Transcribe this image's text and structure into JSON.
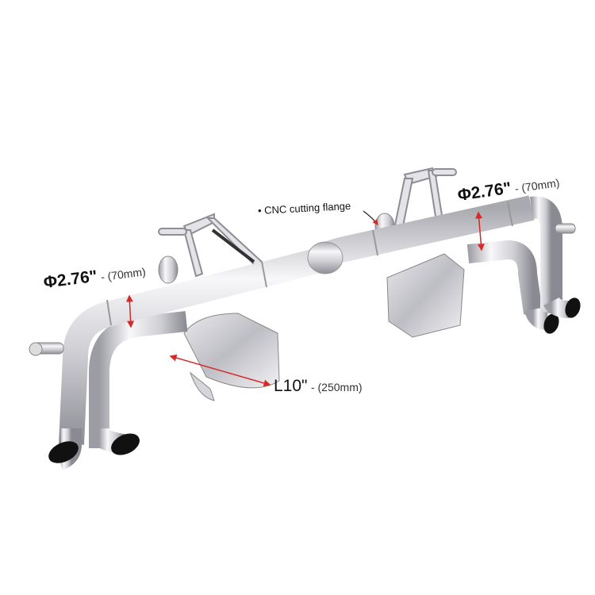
{
  "product": {
    "annotations": {
      "flange": "• CNC cutting flange",
      "left_diameter": {
        "value": "Φ2.76\"",
        "metric": "- (70mm)"
      },
      "right_diameter": {
        "value": "Φ2.76\"",
        "metric": "- (70mm)"
      },
      "length": {
        "value": "L10\"",
        "metric": "- (250mm)"
      }
    },
    "colors": {
      "arrow": "#d62a2a",
      "steel_light": "#f4f4f6",
      "steel_dark": "#9a9aa2"
    }
  }
}
